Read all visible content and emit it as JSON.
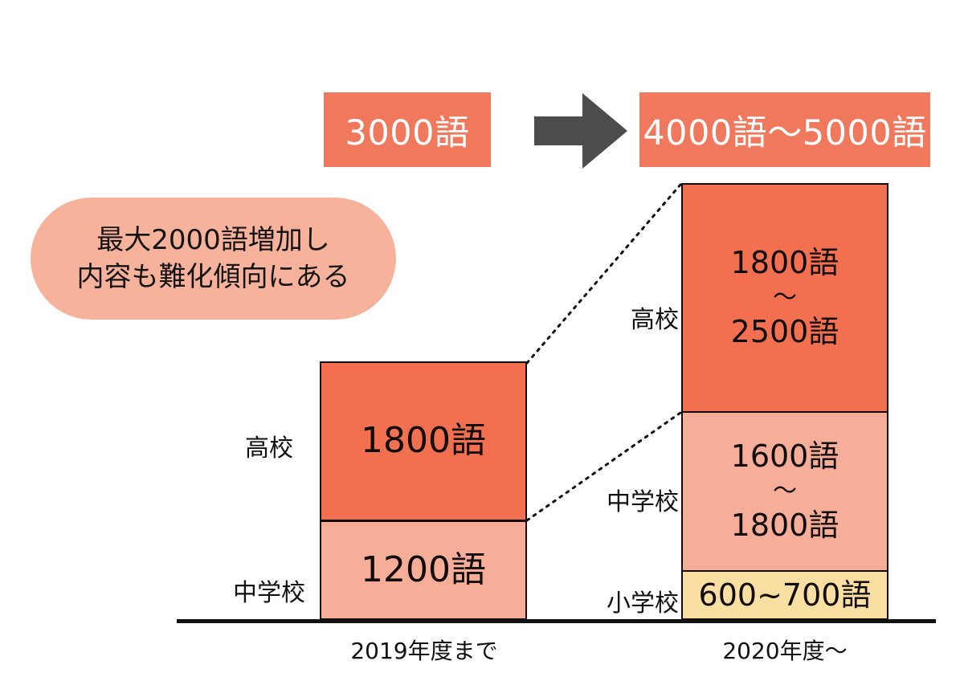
{
  "summary": {
    "before_label": "3000語",
    "arrow_icon": "right-arrow-icon",
    "after_label": "4000語〜5000語"
  },
  "callout": {
    "line1": "最大2000語増加し",
    "line2": "内容も難化傾向にある"
  },
  "axis": {
    "left_caption": "2019年度まで",
    "right_caption": "2020年度〜"
  },
  "labels": {
    "high_school": "高校",
    "junior_high": "中学校",
    "elementary": "小学校"
  },
  "left_bar": {
    "high_school_value": "1800語",
    "junior_high_value": "1200語"
  },
  "right_bar": {
    "high_school_from": "1800語",
    "high_school_tilde": "〜",
    "high_school_to": "2500語",
    "junior_high_from": "1600語",
    "junior_high_tilde": "〜",
    "junior_high_to": "1800語",
    "elementary_value": "600~700語"
  },
  "colors": {
    "chip_bg": "#F0785C",
    "arrow": "#4D4D4F",
    "callout_bg": "#F7B29C",
    "high_school_fill": "#F2704F",
    "junior_high_fill": "#F7AE98",
    "elementary_fill": "#FADFA3",
    "outline": "#140A0A",
    "baseline": "#111111"
  },
  "chart_data": {
    "type": "bar",
    "title": "",
    "xlabel": "",
    "ylabel": "",
    "categories": [
      "2019年度まで",
      "2020年度〜"
    ],
    "stack_order": [
      "小学校",
      "中学校",
      "高校"
    ],
    "series": [
      {
        "name": "小学校",
        "values": [
          0,
          650
        ],
        "label_text": [
          "",
          "600~700語"
        ],
        "range": [
          null,
          [
            600,
            700
          ]
        ]
      },
      {
        "name": "中学校",
        "values": [
          1200,
          1700
        ],
        "label_text": [
          "1200語",
          "1600語〜1800語"
        ],
        "range": [
          [
            1200,
            1200
          ],
          [
            1600,
            1800
          ]
        ]
      },
      {
        "name": "高校",
        "values": [
          1800,
          2150
        ],
        "label_text": [
          "1800語",
          "1800語〜2500語"
        ],
        "range": [
          [
            1800,
            1800
          ],
          [
            1800,
            2500
          ]
        ]
      }
    ],
    "totals": [
      "3000語",
      "4000語〜5000語"
    ],
    "annotation": "最大2000語増加し内容も難化傾向にある",
    "grid": false,
    "legend": "none"
  }
}
